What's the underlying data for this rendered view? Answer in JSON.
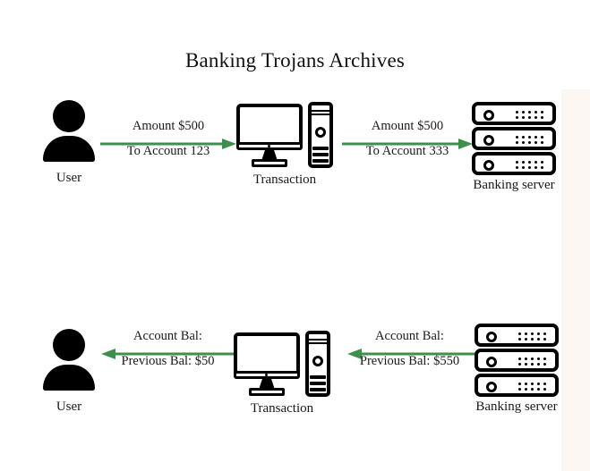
{
  "page": {
    "title": "Banking Trojans Archives",
    "background": "#ffffff",
    "accent_green": "#3f8f4c",
    "icon_color": "#000000"
  },
  "flows": [
    {
      "id": "legitimate-request",
      "nodes": [
        {
          "id": "user-top",
          "icon": "user-icon",
          "caption": "User"
        },
        {
          "id": "transaction-top",
          "icon": "computer-icon",
          "caption": "Transaction"
        },
        {
          "id": "server-top",
          "icon": "server-icon",
          "caption": "Banking server"
        }
      ],
      "arrows": [
        {
          "id": "arrow-user-to-transaction",
          "direction": "right",
          "line1": "Amount $500",
          "line2": "To Account 123"
        },
        {
          "id": "arrow-transaction-to-server",
          "direction": "right",
          "line1": "Amount $500",
          "line2": "To Account 333"
        }
      ]
    },
    {
      "id": "response-flow",
      "nodes": [
        {
          "id": "user-bottom",
          "icon": "user-icon",
          "caption": "User"
        },
        {
          "id": "transaction-bottom",
          "icon": "computer-icon",
          "caption": "Transaction"
        },
        {
          "id": "server-bottom",
          "icon": "server-icon",
          "caption": "Banking server"
        }
      ],
      "arrows": [
        {
          "id": "arrow-transaction-to-user",
          "direction": "left",
          "line1": "Account Bal:",
          "line2": "Previous Bal: $50"
        },
        {
          "id": "arrow-server-to-transaction",
          "direction": "left",
          "line1": "Account Bal:",
          "line2": "Previous Bal: $550"
        }
      ]
    }
  ]
}
